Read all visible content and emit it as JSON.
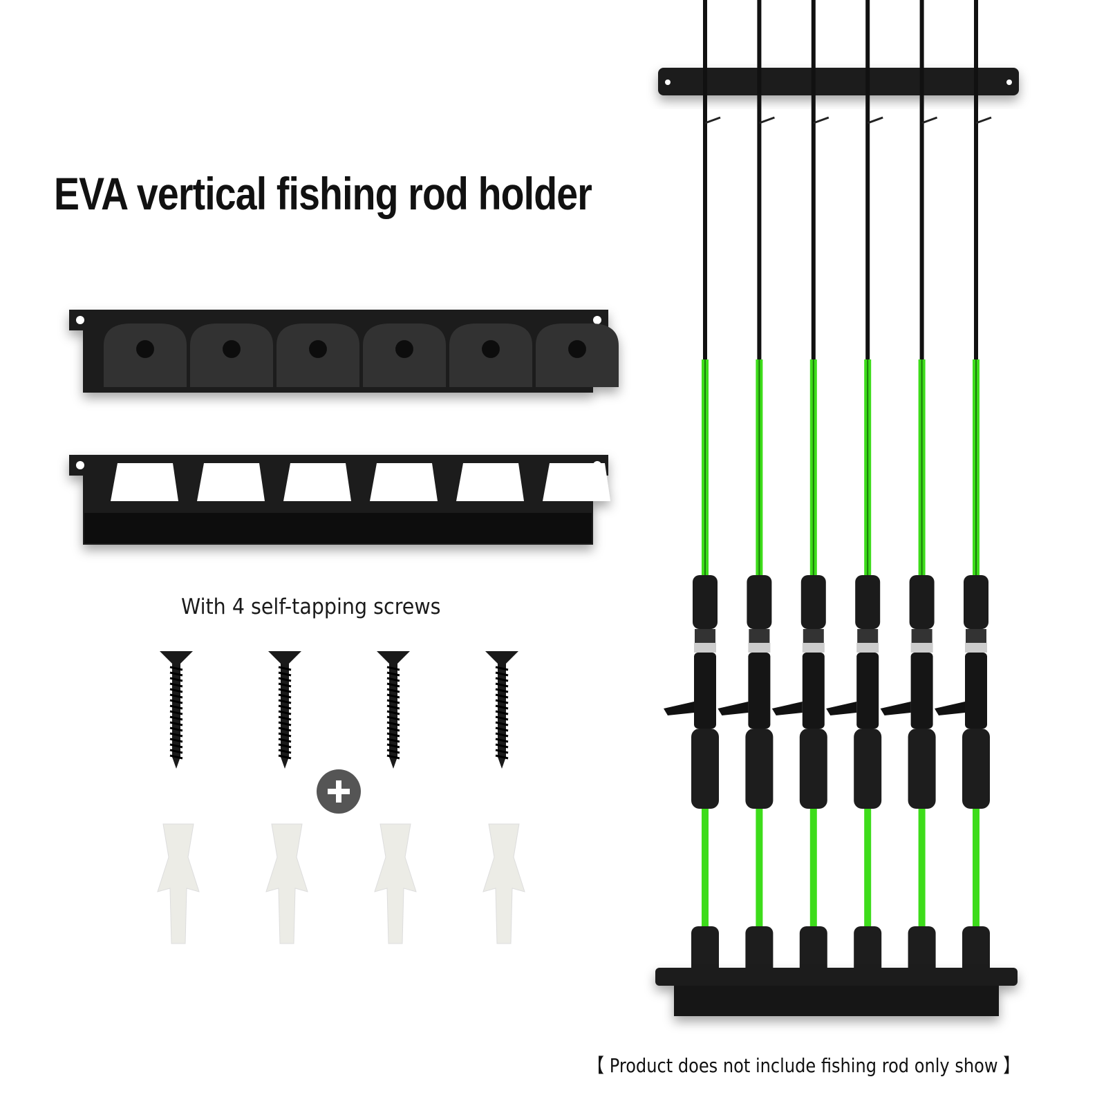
{
  "title": "EVA vertical fishing rod holder",
  "screws_label": "With 4 self-tapping screws",
  "note": "【 Product does not include fishing rod only show 】",
  "rod_count": 6,
  "screw_count": 4,
  "anchor_count": 4,
  "colors": {
    "rod_green": "#3ddc1a",
    "holder_black": "#1c1c1c",
    "anchor": "#ecece6",
    "plus_badge": "#555555"
  }
}
